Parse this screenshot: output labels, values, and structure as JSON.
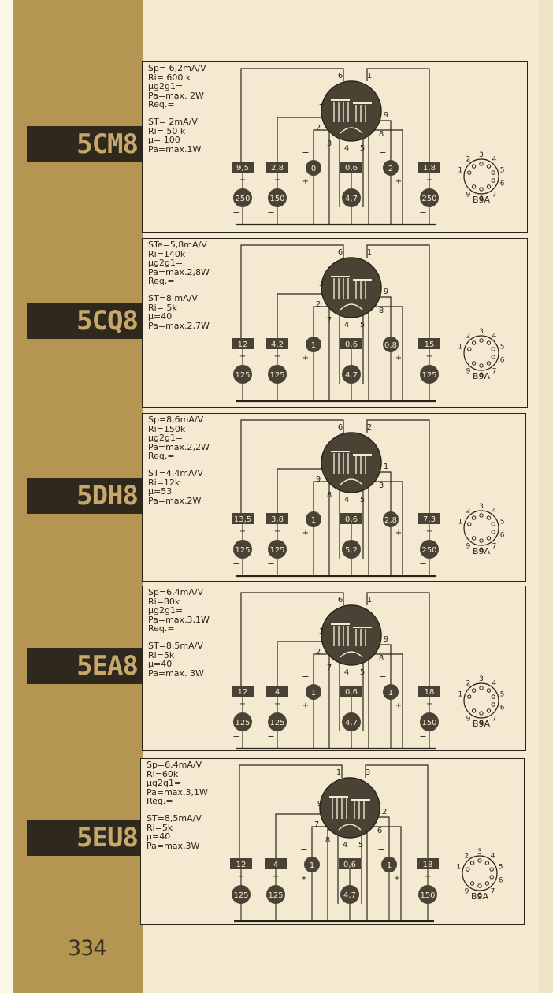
{
  "page_number": "334",
  "tubes": [
    {
      "name": "5CM8",
      "specs": [
        "Sp= 6,2mA/V",
        "Ri= 600 k",
        "μg2g1=",
        "Pa=max. 2W",
        "Req.=",
        "",
        "ST= 2mA/V",
        "Ri= 50 k",
        "μ= 100",
        "Pa=max.1W"
      ],
      "pins": [
        "6",
        "1",
        "7",
        "9",
        "2",
        "8",
        "3",
        "4",
        "5"
      ],
      "boxes": [
        "9,5",
        "2,8",
        "0",
        "0,6",
        "2",
        "1,8"
      ],
      "circles": [
        "250",
        "150",
        "4,7",
        "250"
      ],
      "base_label": "B9A"
    },
    {
      "name": "5CQ8",
      "specs": [
        "STe=5,8mA/V",
        "Ri=140k",
        "μg2g1=",
        "Pa=max.2,8W",
        "Req.=",
        "",
        "ST=8 mA/V",
        "Ri= 5k",
        "μ=40",
        "Pa=max.2,7W"
      ],
      "pins": [
        "6",
        "1",
        "3",
        "9",
        "2",
        "8",
        "7",
        "4",
        "5"
      ],
      "boxes": [
        "12",
        "4,2",
        "1",
        "0,6",
        "0,8",
        "15"
      ],
      "circles": [
        "125",
        "125",
        "4,7",
        "125"
      ],
      "base_label": "B9A"
    },
    {
      "name": "5DH8",
      "specs": [
        "Sp=8,6mA/V",
        "Ri=150k",
        "μg2g1=",
        "Pa=max.2,2W",
        "Req.=",
        "",
        "ST=4,4mA/V",
        "Ri=12k",
        "μ=53",
        "Pa=max.2W"
      ],
      "pins": [
        "6",
        "2",
        "7",
        "1",
        "9",
        "3",
        "8",
        "4",
        "5"
      ],
      "boxes": [
        "13,5",
        "3,8",
        "1",
        "0,6",
        "2,8",
        "7,3"
      ],
      "circles": [
        "125",
        "125",
        "5,2",
        "250"
      ],
      "base_label": "B9A"
    },
    {
      "name": "5EA8",
      "specs": [
        "Sp=6,4mA/V",
        "Ri=80k",
        "μg2g1=",
        "Pa=max.3,1W",
        "Req.=",
        "",
        "ST=8,5mA/V",
        "Ri=5k",
        "μ=40",
        "Pa=max. 3W"
      ],
      "pins": [
        "6",
        "1",
        "3",
        "9",
        "2",
        "8",
        "7",
        "4",
        "5"
      ],
      "boxes": [
        "12",
        "4",
        "1",
        "0,6",
        "1",
        "18"
      ],
      "circles": [
        "125",
        "125",
        "4,7",
        "150"
      ],
      "base_label": "B9A"
    },
    {
      "name": "5EU8",
      "specs": [
        "Sp=6,4mA/V",
        "Ri=60k",
        "μg2g1=",
        "Pa=max.3,1W",
        "Req.=",
        "",
        "ST=8,5mA/V",
        "Ri=5k",
        "μ=40",
        "Pa=max.3W"
      ],
      "pins": [
        "1",
        "3",
        "9",
        "2",
        "7",
        "6",
        "8",
        "4",
        "5"
      ],
      "boxes": [
        "12",
        "4",
        "1",
        "0,6",
        "1",
        "18"
      ],
      "circles": [
        "125",
        "125",
        "4,7",
        "150"
      ],
      "base_label": "B9A"
    }
  ]
}
